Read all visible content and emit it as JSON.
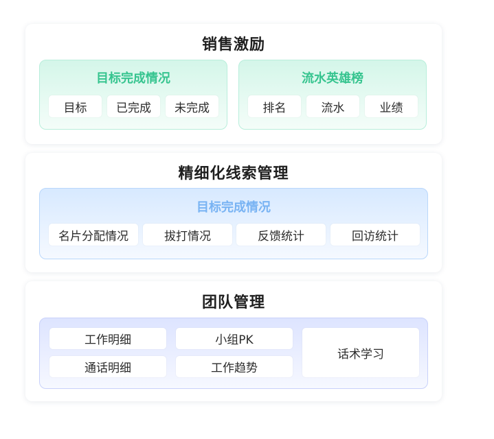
{
  "sections": [
    {
      "title": "销售激励",
      "panels": [
        {
          "title": "目标完成情况",
          "items": [
            "目标",
            "已完成",
            "未完成"
          ]
        },
        {
          "title": "流水英雄榜",
          "items": [
            "排名",
            "流水",
            "业绩"
          ]
        }
      ]
    },
    {
      "title": "精细化线索管理",
      "panels": [
        {
          "title": "目标完成情况",
          "items": [
            "名片分配情况",
            "拔打情况",
            "反馈统计",
            "回访统计"
          ]
        }
      ]
    },
    {
      "title": "团队管理",
      "panels": [
        {
          "items": [
            "工作明细",
            "小组PK",
            "通话明细",
            "工作趋势",
            "话术学习"
          ]
        }
      ]
    }
  ]
}
